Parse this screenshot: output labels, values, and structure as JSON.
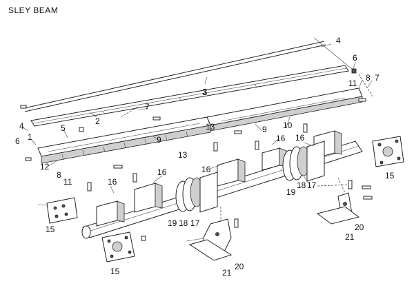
{
  "title": "SLEY BEAM",
  "callouts": {
    "c1": "1",
    "c2": "2",
    "c3": "3",
    "c4a": "4",
    "c4b": "4",
    "c5": "5",
    "c6a": "6",
    "c6b": "6",
    "c7a": "7",
    "c7b": "7",
    "c8a": "8",
    "c8b": "8",
    "c9a": "9",
    "c9b": "9",
    "c10": "10",
    "c11a": "11",
    "c11b": "11",
    "c12": "12",
    "c13a": "13",
    "c13b": "13",
    "c15a": "15",
    "c15b": "15",
    "c15c": "15",
    "c16a": "16",
    "c16b": "16",
    "c16c": "16",
    "c16d": "16",
    "c16e": "16",
    "c17a": "17",
    "c17b": "17",
    "c18a": "18",
    "c18b": "18",
    "c19a": "19",
    "c19b": "19",
    "c20a": "20",
    "c20b": "20",
    "c21a": "21",
    "c21b": "21"
  }
}
